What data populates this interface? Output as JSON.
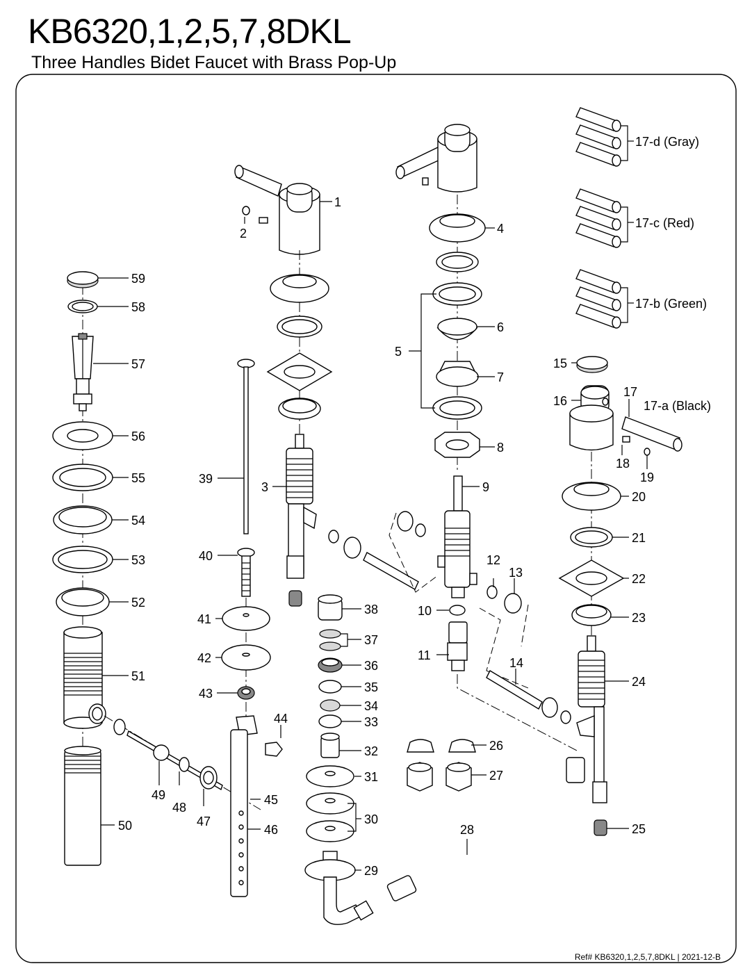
{
  "header": {
    "title": "KB6320,1,2,5,7,8DKL",
    "subtitle": "Three Handles Bidet Faucet with Brass Pop-Up"
  },
  "footer": {
    "ref": "Ref# KB6320,1,2,5,7,8DKL | 2021-12-B"
  },
  "callouts": [
    {
      "id": "1",
      "text": "1"
    },
    {
      "id": "2",
      "text": "2"
    },
    {
      "id": "3",
      "text": "3"
    },
    {
      "id": "4",
      "text": "4"
    },
    {
      "id": "5",
      "text": "5"
    },
    {
      "id": "6",
      "text": "6"
    },
    {
      "id": "7",
      "text": "7"
    },
    {
      "id": "8",
      "text": "8"
    },
    {
      "id": "9",
      "text": "9"
    },
    {
      "id": "10",
      "text": "10"
    },
    {
      "id": "11",
      "text": "11"
    },
    {
      "id": "12",
      "text": "12"
    },
    {
      "id": "13",
      "text": "13"
    },
    {
      "id": "14",
      "text": "14"
    },
    {
      "id": "15",
      "text": "15"
    },
    {
      "id": "16",
      "text": "16"
    },
    {
      "id": "17",
      "text": "17"
    },
    {
      "id": "17a",
      "text": "17-a (Black)"
    },
    {
      "id": "17b",
      "text": "17-b (Green)"
    },
    {
      "id": "17c",
      "text": "17-c (Red)"
    },
    {
      "id": "17d",
      "text": "17-d (Gray)"
    },
    {
      "id": "18",
      "text": "18"
    },
    {
      "id": "19",
      "text": "19"
    },
    {
      "id": "20",
      "text": "20"
    },
    {
      "id": "21",
      "text": "21"
    },
    {
      "id": "22",
      "text": "22"
    },
    {
      "id": "23",
      "text": "23"
    },
    {
      "id": "24",
      "text": "24"
    },
    {
      "id": "25",
      "text": "25"
    },
    {
      "id": "26",
      "text": "26"
    },
    {
      "id": "27",
      "text": "27"
    },
    {
      "id": "28",
      "text": "28"
    },
    {
      "id": "29",
      "text": "29"
    },
    {
      "id": "30",
      "text": "30"
    },
    {
      "id": "31",
      "text": "31"
    },
    {
      "id": "32",
      "text": "32"
    },
    {
      "id": "33",
      "text": "33"
    },
    {
      "id": "34",
      "text": "34"
    },
    {
      "id": "35",
      "text": "35"
    },
    {
      "id": "36",
      "text": "36"
    },
    {
      "id": "37",
      "text": "37"
    },
    {
      "id": "38",
      "text": "38"
    },
    {
      "id": "39",
      "text": "39"
    },
    {
      "id": "40",
      "text": "40"
    },
    {
      "id": "41",
      "text": "41"
    },
    {
      "id": "42",
      "text": "42"
    },
    {
      "id": "43",
      "text": "43"
    },
    {
      "id": "44",
      "text": "44"
    },
    {
      "id": "45",
      "text": "45"
    },
    {
      "id": "46",
      "text": "46"
    },
    {
      "id": "47",
      "text": "47"
    },
    {
      "id": "48",
      "text": "48"
    },
    {
      "id": "49",
      "text": "49"
    },
    {
      "id": "50",
      "text": "50"
    },
    {
      "id": "51",
      "text": "51"
    },
    {
      "id": "52",
      "text": "52"
    },
    {
      "id": "53",
      "text": "53"
    },
    {
      "id": "54",
      "text": "54"
    },
    {
      "id": "55",
      "text": "55"
    },
    {
      "id": "56",
      "text": "56"
    },
    {
      "id": "57",
      "text": "57"
    },
    {
      "id": "58",
      "text": "58"
    },
    {
      "id": "59",
      "text": "59"
    }
  ]
}
